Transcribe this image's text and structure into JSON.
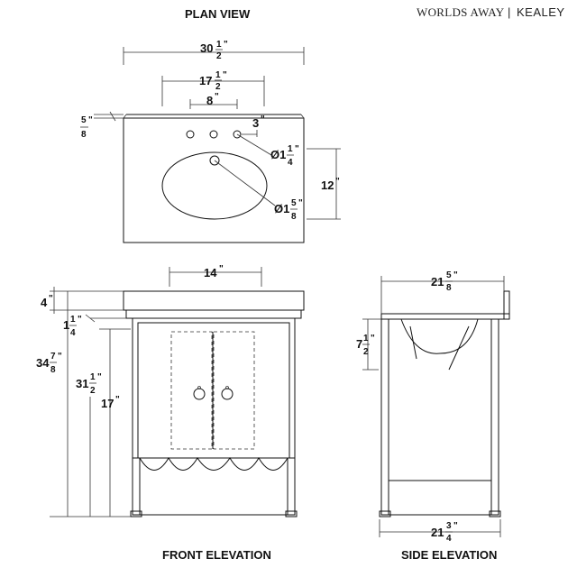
{
  "titles": {
    "plan": "PLAN VIEW",
    "front": "FRONT ELEVATION",
    "side": "SIDE ELEVATION"
  },
  "brand": {
    "left": "WORLDS AWAY",
    "separator": "|",
    "right": "KEALEY"
  },
  "plan": {
    "width": {
      "whole": "30",
      "num": "1",
      "den": "2",
      "unit": "\""
    },
    "faucet_spread": {
      "whole": "17",
      "num": "1",
      "den": "2",
      "unit": "\""
    },
    "hole_spacing": {
      "whole": "8",
      "unit": "\""
    },
    "hole_offset": {
      "whole": "3",
      "unit": "\""
    },
    "top_thickness": {
      "num": "5",
      "den": "8",
      "unit": "\""
    },
    "hole_dia": {
      "prefix": "Ø1",
      "num": "1",
      "den": "4",
      "unit": "\""
    },
    "drain_dia": {
      "prefix": "Ø1",
      "num": "5",
      "den": "8",
      "unit": "\""
    },
    "depth_to_drain": {
      "whole": "12",
      "unit": "\""
    }
  },
  "front": {
    "basin_width": {
      "whole": "14",
      "unit": "\""
    },
    "basin_height": {
      "whole": "4",
      "unit": "\""
    },
    "apron": {
      "whole": "1",
      "num": "1",
      "den": "4",
      "unit": "\""
    },
    "total_height": {
      "whole": "34",
      "num": "7",
      "den": "8",
      "unit": "\""
    },
    "counter_height": {
      "whole": "31",
      "num": "1",
      "den": "2",
      "unit": "\""
    },
    "cabinet_height": {
      "whole": "17",
      "unit": "\""
    }
  },
  "side": {
    "top_depth": {
      "whole": "21",
      "num": "5",
      "den": "8",
      "unit": "\""
    },
    "bowl_depth": {
      "whole": "7",
      "num": "1",
      "den": "2",
      "unit": "\""
    },
    "leg_depth": {
      "whole": "21",
      "num": "3",
      "den": "4",
      "unit": "\""
    }
  }
}
